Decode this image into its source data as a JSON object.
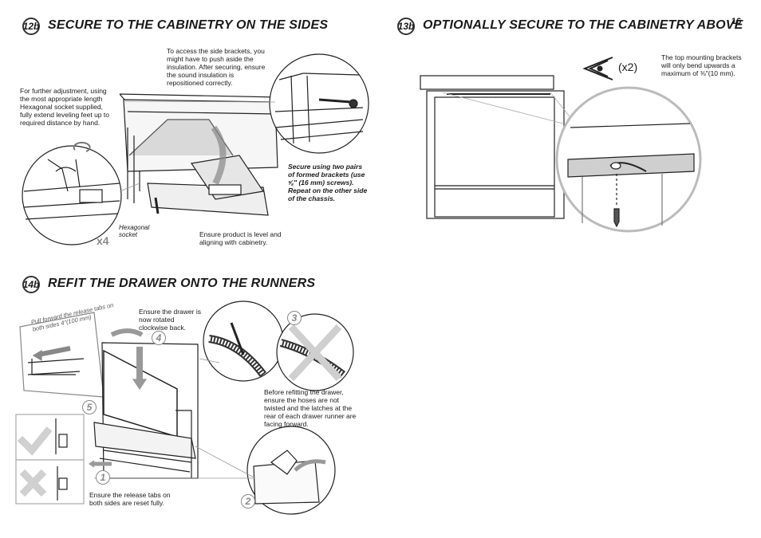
{
  "page_number": "16",
  "sections": {
    "s12b": {
      "badge": "12b",
      "title": "SECURE TO THE CABINETRY ON THE SIDES",
      "note_access": "To access the side brackets, you might have to push aside the insulation. After securing, ensure the sound insulation is repositioned correctly.",
      "note_adjust": "For further adjustment, using the most appropriate length Hexagonal socket supplied, fully extend leveling feet up to required distance by hand.",
      "note_secure": "Secure using two pairs of formed brackets (use ⅝\" (16 mm) screws). Repeat on the other side of the chassis.",
      "note_level": "Ensure product is level and aligning with cabinetry.",
      "label_hex": "Hexagonal socket",
      "label_x4": "x4"
    },
    "s13b": {
      "badge": "13b",
      "title": "OPTIONALLY SECURE TO THE CABINETRY ABOVE",
      "note_bend": "The top mounting brackets will only bend upwards a maximum of ⅜\"(10 mm).",
      "label_x2": "(x2)"
    },
    "s14b": {
      "badge": "14b",
      "title": "REFIT THE DRAWER ONTO THE RUNNERS",
      "note_pull": "Pull forward the release tabs on both sides 4\"(100 mm)",
      "note_rotate": "Ensure the drawer is now rotated clockwise back.",
      "note_hoses": "Before refitting the drawer, ensure the hoses are not twisted and the latches at the rear of each drawer runner are facing forward.",
      "note_reset": "Ensure the release tabs on both sides are reset fully.",
      "callouts": [
        "1",
        "2",
        "3",
        "4",
        "5"
      ]
    }
  }
}
